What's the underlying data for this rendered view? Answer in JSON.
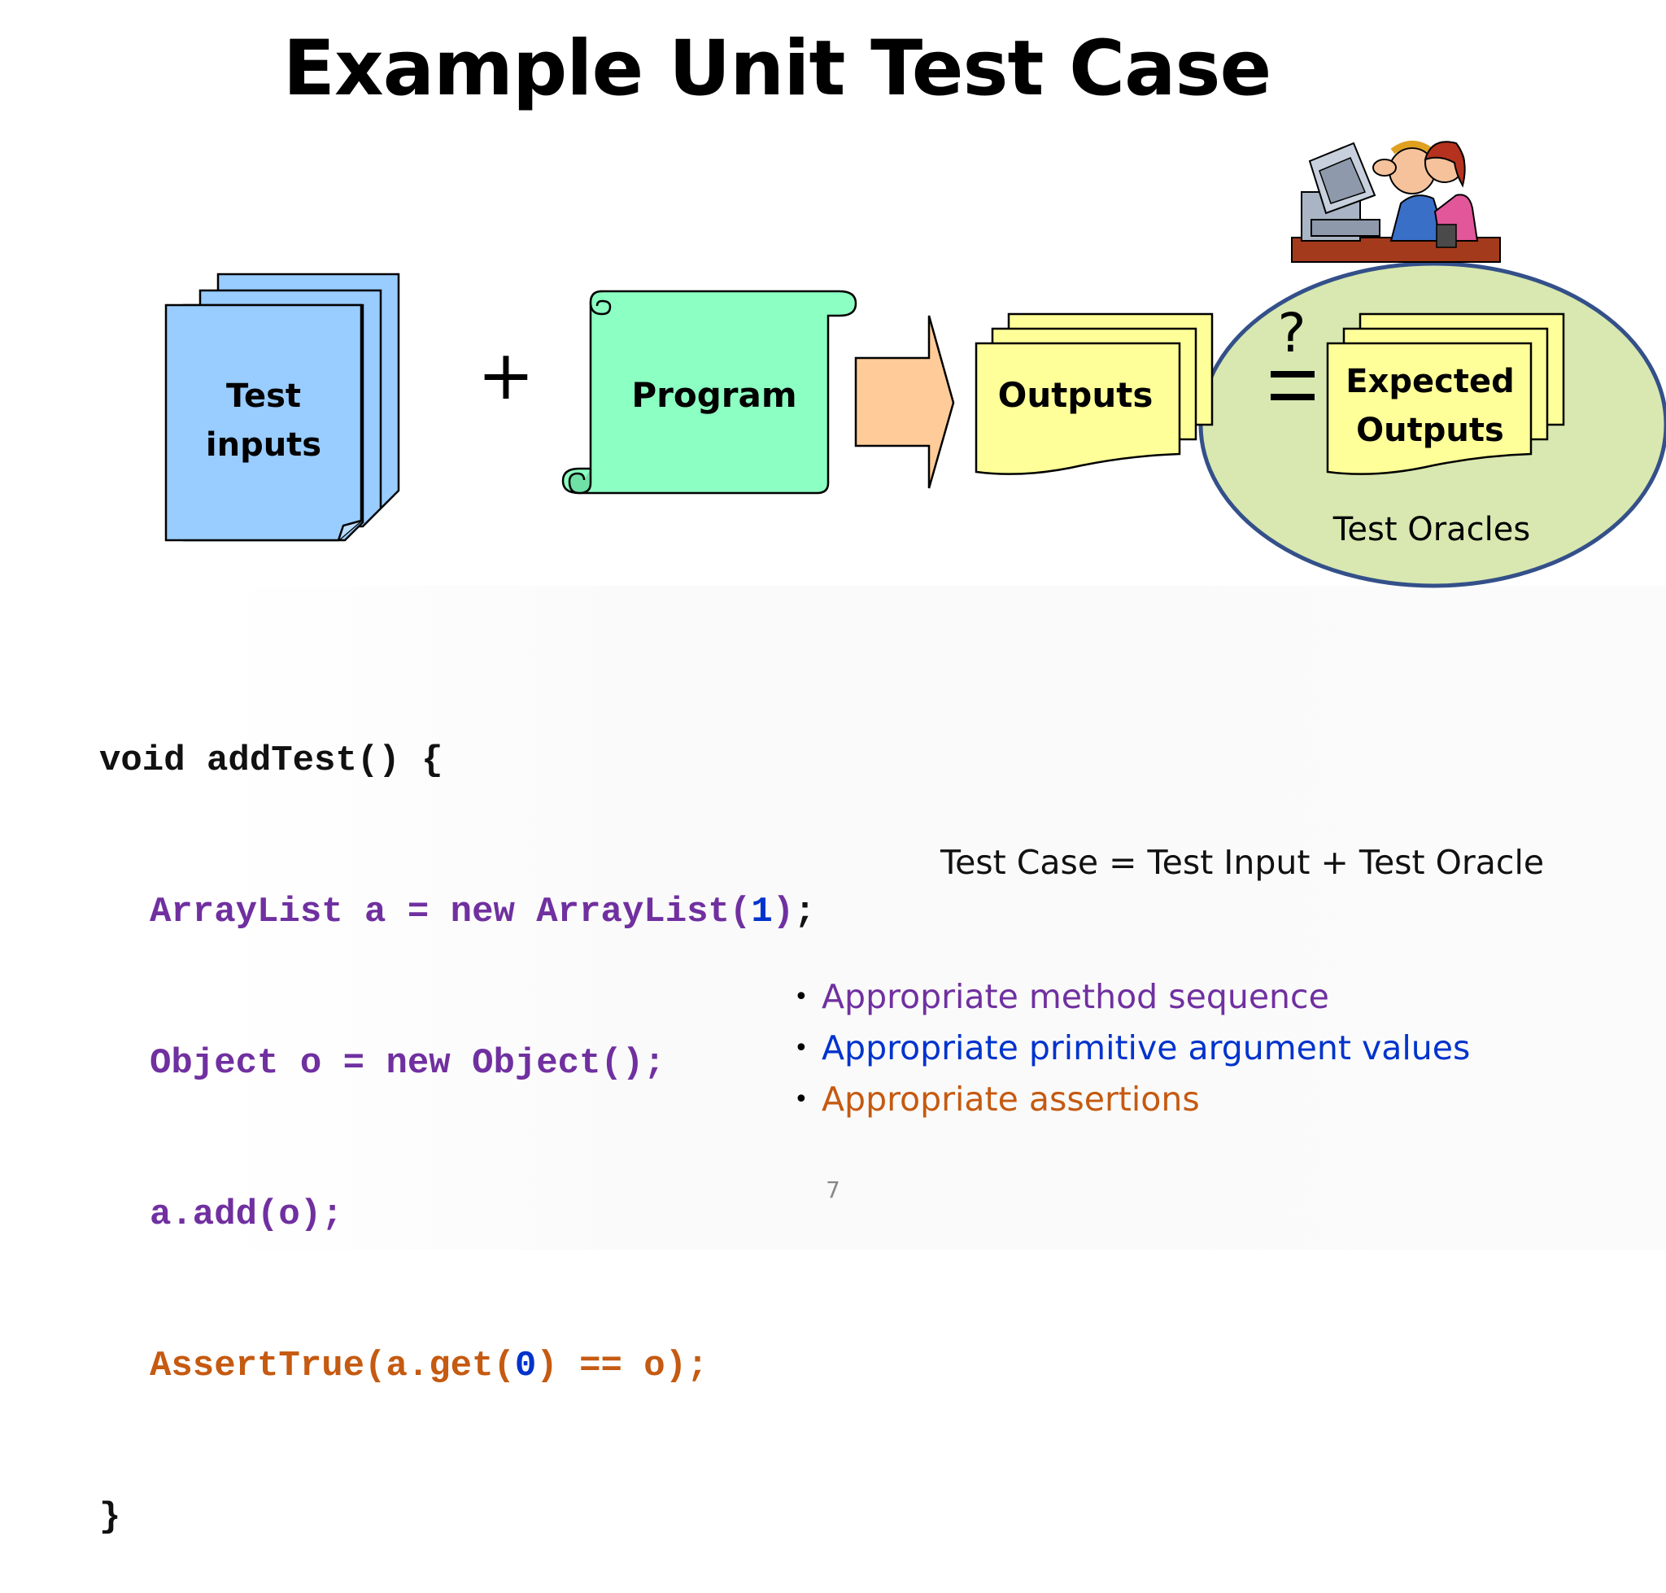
{
  "title": "Example Unit Test Case",
  "diagram": {
    "test_inputs_line1": "Test",
    "test_inputs_line2": "inputs",
    "plus": "+",
    "program": "Program",
    "outputs": "Outputs",
    "question": "?",
    "expected_line1": "Expected",
    "expected_line2": "Outputs",
    "oracles": "Test Oracles"
  },
  "code": {
    "l1": "void addTest() {",
    "l2a": "ArrayList a = new ArrayList(",
    "l2b": "1",
    "l2c": ")",
    "l2d": ";",
    "l3": "Object o = new Object();",
    "l4": "a.add(o);",
    "l5a": "AssertTrue(a.get(",
    "l5b": "0",
    "l5c": ") == o);",
    "l6": "}"
  },
  "equation": "Test Case = Test Input + Test Oracle",
  "bullets": [
    {
      "text": "Appropriate method sequence",
      "color": "#7030a0"
    },
    {
      "text": "Appropriate primitive argument values",
      "color": "#0033cc"
    },
    {
      "text": "Appropriate assertions",
      "color": "#c55a11"
    }
  ],
  "colors": {
    "code_black": "#111111",
    "code_purple": "#7030a0",
    "code_blue": "#0033cc",
    "code_orange": "#c55a11",
    "inputs_fill": "#99ccff",
    "program_fill": "#8cffc2",
    "outputs_fill": "#ffff99",
    "arrow_fill": "#ffcc99",
    "oracle_fill": "#d8e8b0",
    "oracle_stroke": "#34508a"
  },
  "page_number": "7"
}
